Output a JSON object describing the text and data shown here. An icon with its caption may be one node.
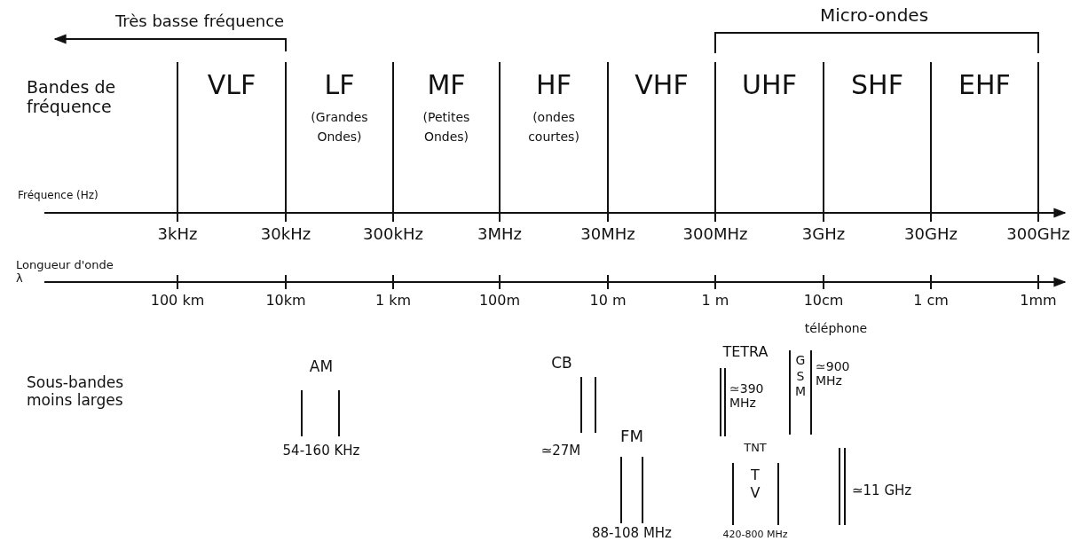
{
  "diagram": {
    "nodes": [
      {
        "text": [
          "VLF"
        ]
      },
      {
        "text": [
          "LF",
          "(Grandes Ondes)"
        ]
      },
      {
        "text": [
          "MF",
          "(Petites Ondes)"
        ]
      },
      {
        "text": [
          "HF",
          "(ondes courtes)"
        ]
      },
      {
        "text": [
          "VHF"
        ]
      },
      {
        "text": [
          "UHF"
        ]
      },
      {
        "text": [
          "SHF"
        ]
      },
      {
        "text": [
          "EHF"
        ]
      }
    ],
    "labels": [
      "Très basse fréquence",
      "Micro-ondes",
      "Bandes de fréquence",
      "Fréquence (Hz)",
      "3kHz",
      "30kHz",
      "300kHz",
      "3MHz",
      "30MHz",
      "300MHz",
      "3GHz",
      "30GHz",
      "300GHz",
      "Longueur d'onde λ",
      "100 km",
      "10km",
      "1 km",
      "100m",
      "10 m",
      "1 m",
      "10cm",
      "1 cm",
      "1mm",
      "téléphone",
      "TETRA",
      "AM",
      "CB",
      "≃390 MHz",
      "GSM",
      "≃900 MHz",
      "Sous-bandes moins larges",
      "≃27M",
      "FM",
      "TNT",
      "TV",
      "54-160 KHz",
      "≃11 GHz",
      "88-108 MHz",
      "420-800 MHz"
    ]
  }
}
